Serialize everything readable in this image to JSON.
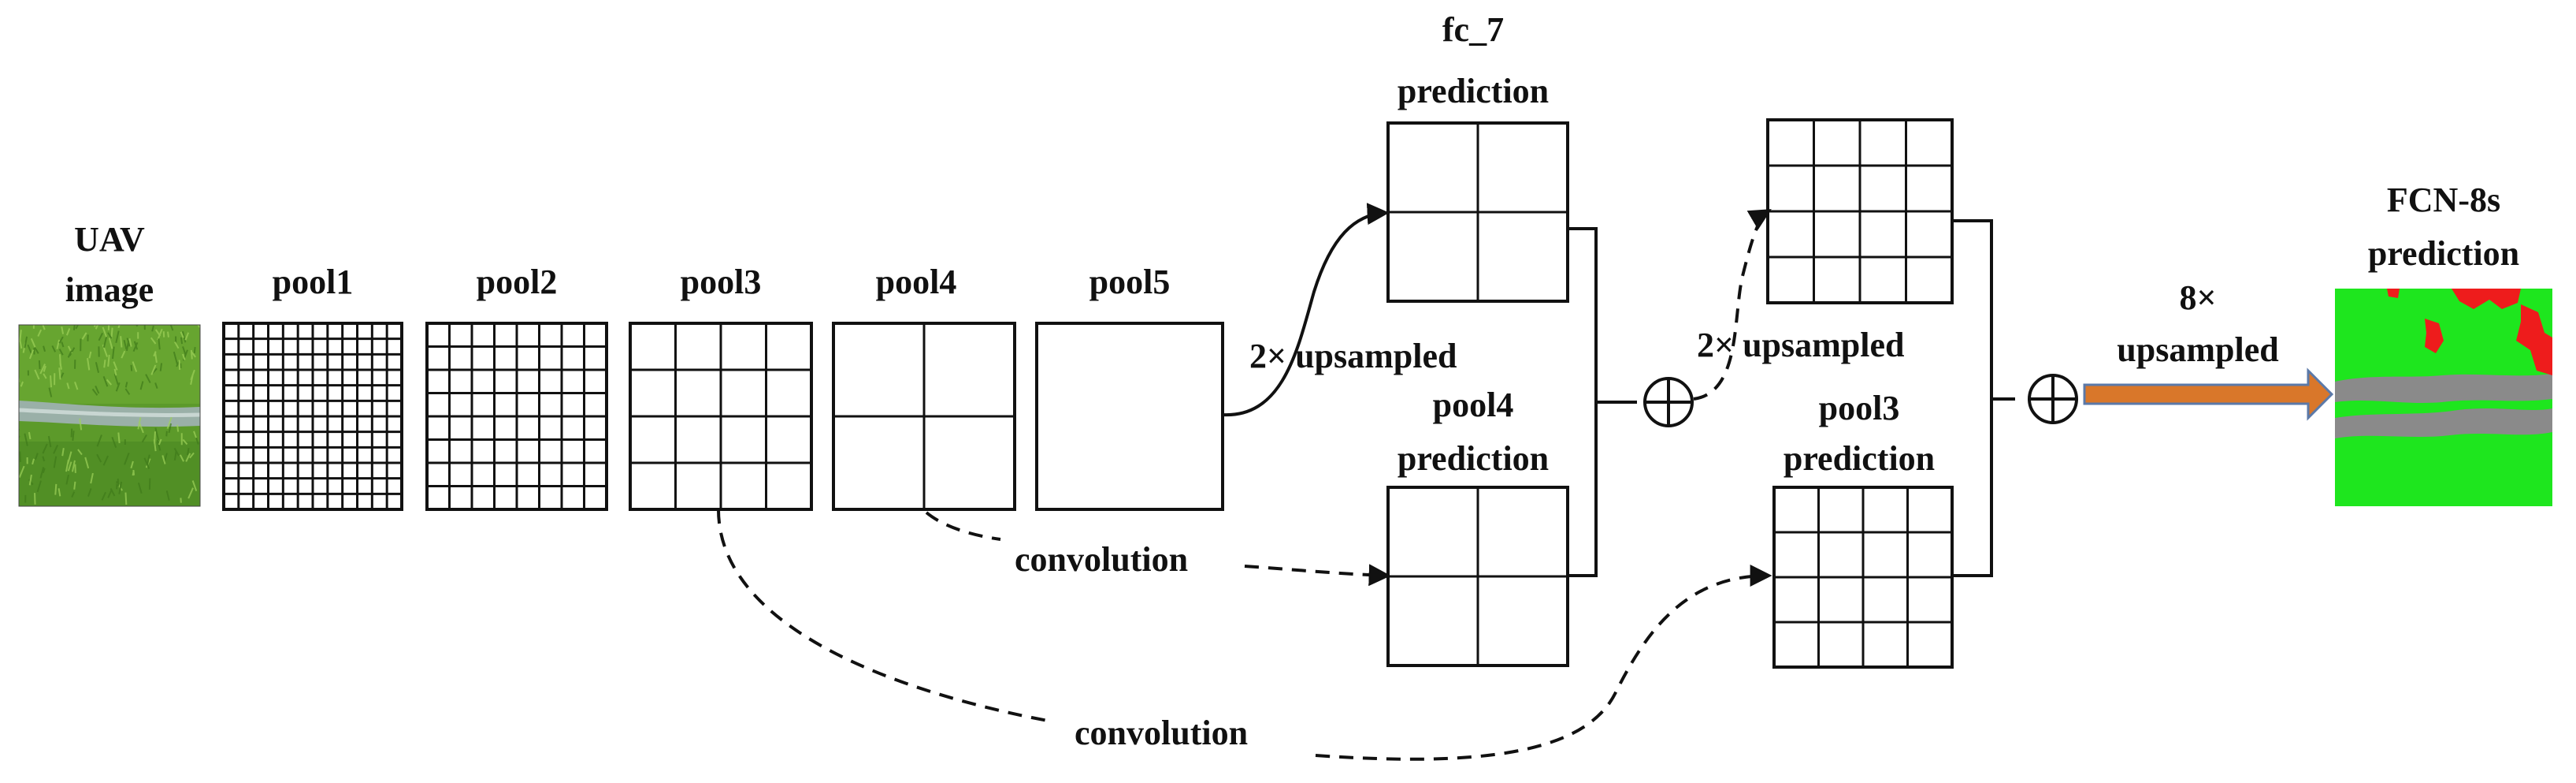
{
  "labels": {
    "uav_image": [
      "UAV",
      "image"
    ],
    "pool1": "pool1",
    "pool2": "pool2",
    "pool3": "pool3",
    "pool4": "pool4",
    "pool5": "pool5",
    "fc7_prediction": [
      "fc_7",
      "prediction"
    ],
    "pool4_prediction": [
      "pool4",
      "prediction"
    ],
    "pool3_prediction": [
      "pool3",
      "prediction"
    ],
    "fcn8s_prediction": [
      "FCN-8s",
      "prediction"
    ],
    "upsampled_2x_a": "2× upsampled",
    "upsampled_2x_b": "2× upsampled",
    "upsampled_8x": [
      "8×",
      "upsampled"
    ],
    "convolution_a": "convolution",
    "convolution_b": "convolution"
  },
  "grids": {
    "pool1": 12,
    "pool2": 8,
    "pool3": 4,
    "pool4": 2,
    "pool5": 1,
    "fc7_prediction": 2,
    "pool4_prediction": 2,
    "fc7_upsampled": 4,
    "pool3_prediction": 4
  },
  "colors": {
    "arrow_fill": "#d9772a",
    "arrow_stroke": "#5b79a8",
    "segmentation_background": "#1ee61e",
    "segmentation_road": "#8a8a8a",
    "segmentation_object": "#ee1c1c",
    "grass": "#5c9a2a"
  },
  "icons": {
    "sum": "circled-plus-icon"
  }
}
